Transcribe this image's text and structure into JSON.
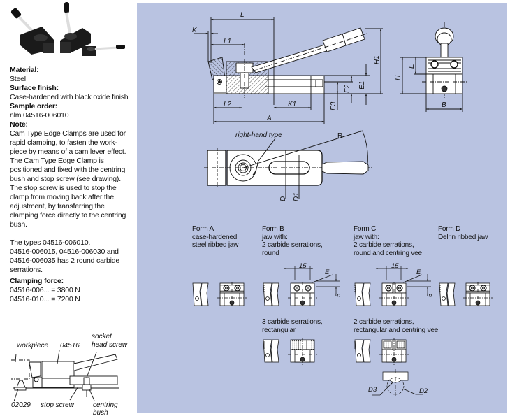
{
  "photo": {
    "name": "product-photo-three-cam-clamps"
  },
  "specs": {
    "material_label": "Material:",
    "material_value": "Steel",
    "finish_label": "Surface finish:",
    "finish_value": "Case-hardened with black oxide finish",
    "sample_label": "Sample order:",
    "sample_value": "nlm 04516-006010",
    "note_label": "Note:",
    "note_lines": [
      "Cam Type Edge Clamps are used for",
      "rapid clamping, to fasten the work-",
      "piece by means of a cam lever effect.",
      "The Cam Type Edge Clamp is",
      "positioned and fixed with the centring",
      "bush and stop screw (see drawing).",
      "The stop screw is used to stop the",
      "clamp from moving back after the",
      "adjustment, by transferring the",
      "clamping force directly to the centring",
      "bush."
    ],
    "types_lines": [
      "The types 04516-006010,",
      "04516-006015, 04516-006030 and",
      "04516-006035 has 2 round carbide",
      "serrations."
    ],
    "force_label": "Clamping force:",
    "force_lines": [
      "04516-006... = 3800 N",
      "04516-010... = 7200 N"
    ]
  },
  "install_drawing": {
    "labels": {
      "workpiece": "workpiece",
      "part": "04516",
      "socket1": "socket",
      "socket2": "head screw",
      "base": "02029",
      "stop": "stop screw",
      "bush1": "centring",
      "bush2": "bush"
    }
  },
  "main_drawing": {
    "dims": {
      "L": "L",
      "K": "K",
      "L1": "L1",
      "L2": "L2",
      "K1": "K1",
      "A": "A",
      "H1": "H1",
      "E1": "E1",
      "E2": "E2",
      "E3": "E3",
      "H": "H",
      "E": "E",
      "B": "B",
      "R": "R",
      "D": "D",
      "D1": "D1"
    },
    "right_hand_label": "right-hand type"
  },
  "forms": {
    "a": {
      "title": "Form A",
      "lines": [
        "case-hardened",
        "steel ribbed jaw"
      ]
    },
    "b": {
      "title": "Form B",
      "lines": [
        "jaw with:",
        "2 carbide serrations,",
        "round"
      ]
    },
    "c": {
      "title": "Form C",
      "lines": [
        "jaw with:",
        "2 carbide serrations,",
        "round and centring vee"
      ]
    },
    "d": {
      "title": "Form D",
      "lines": [
        "Delrin ribbed jaw"
      ]
    },
    "b_rect": {
      "lines": [
        "3 carbide serrations,",
        "rectangular"
      ]
    },
    "c_rect": {
      "lines": [
        "2 carbide serrations,",
        "rectangular and centring vee"
      ]
    },
    "dims": {
      "pitch": "15",
      "E": "E",
      "five": "5",
      "D2": "D2",
      "D3": "D3"
    }
  }
}
